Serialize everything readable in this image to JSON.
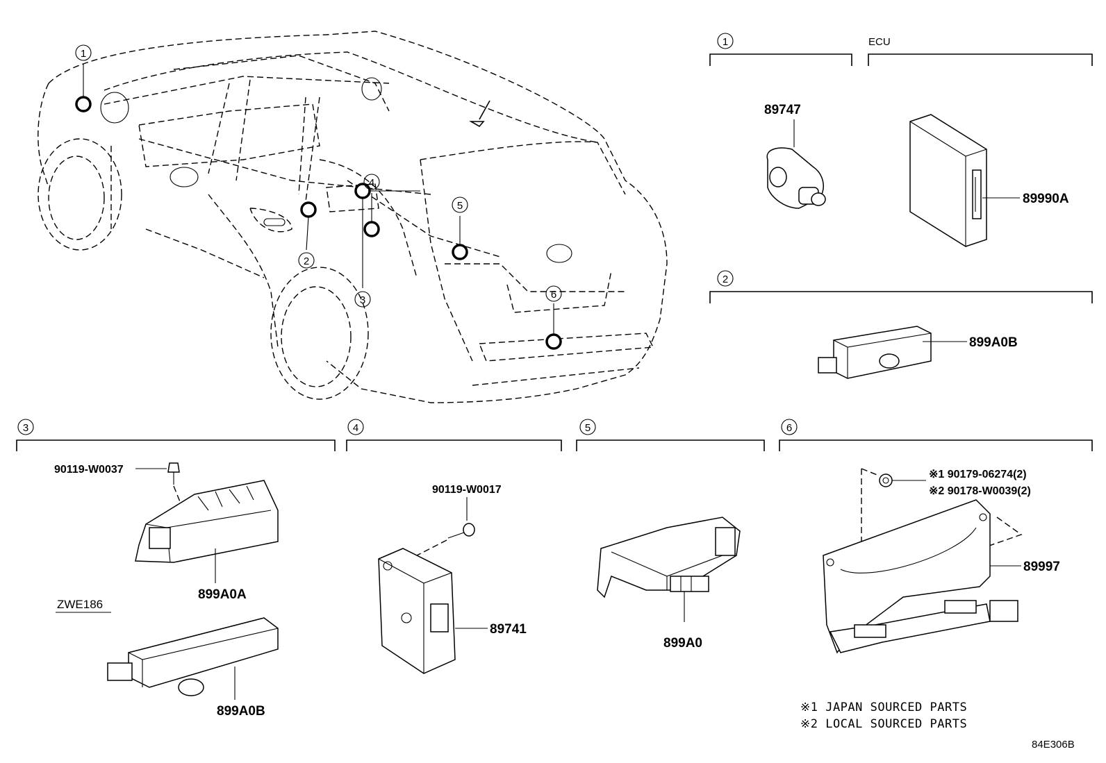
{
  "diagram": {
    "callouts": [
      "1",
      "2",
      "3",
      "4",
      "5",
      "6"
    ],
    "sections": {
      "s1": {
        "num": "1"
      },
      "ecu": {
        "title": "ECU"
      },
      "s2": {
        "num": "2"
      },
      "s3": {
        "num": "3"
      },
      "s4": {
        "num": "4"
      },
      "s5": {
        "num": "5"
      },
      "s6": {
        "num": "6"
      }
    },
    "parts": {
      "p89747": "89747",
      "p89990A": "89990A",
      "p899A0B_top": "899A0B",
      "p90119_W0037": "90119-W0037",
      "p899A0A": "899A0A",
      "variant": "ZWE186",
      "p899A0B_bottom": "899A0B",
      "p90119_W0017": "90119-W0017",
      "p89741": "89741",
      "p899A0": "899A0",
      "p90179": "※1 90179-06274(2)",
      "p90178": "※2 90178-W0039(2)",
      "p89997": "89997"
    },
    "notes": {
      "n1": "※1 JAPAN SOURCED PARTS",
      "n2": "※2 LOCAL SOURCED PARTS"
    },
    "figure_code": "84E306B"
  }
}
